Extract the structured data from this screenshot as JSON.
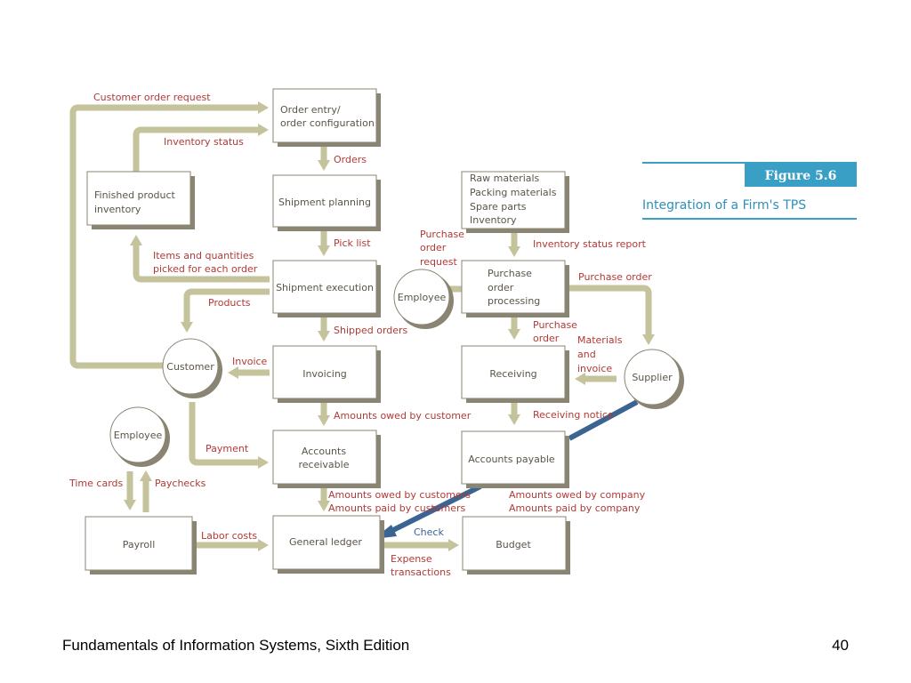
{
  "figure": {
    "number": "Figure 5.6",
    "title": "Integration of a Firm's TPS"
  },
  "boxes": {
    "order_entry": [
      "Order entry/",
      "order configuration"
    ],
    "finished_product": [
      "Finished product",
      "inventory"
    ],
    "shipment_planning": [
      "Shipment planning"
    ],
    "shipment_execution": [
      "Shipment execution"
    ],
    "invoicing": [
      "Invoicing"
    ],
    "accounts_receivable": [
      "Accounts",
      "receivable"
    ],
    "payroll": [
      "Payroll"
    ],
    "general_ledger": [
      "General ledger"
    ],
    "budget": [
      "Budget"
    ],
    "raw_materials": [
      "Raw materials",
      "Packing materials",
      "Spare parts",
      "Inventory"
    ],
    "purchase_order_processing": [
      "Purchase",
      "order",
      "processing"
    ],
    "receiving": [
      "Receiving"
    ],
    "accounts_payable": [
      "Accounts payable"
    ]
  },
  "circles": {
    "customer": "Customer",
    "employee_left": "Employee",
    "employee_mid": "Employee",
    "supplier": "Supplier"
  },
  "labels": {
    "customer_order_request": "Customer order request",
    "inventory_status": "Inventory status",
    "orders": "Orders",
    "pick_list": "Pick list",
    "items_quantities": [
      "Items and quantities",
      "picked for each order"
    ],
    "products": "Products",
    "shipped_orders": "Shipped orders",
    "invoice": "Invoice",
    "amounts_owed_by_customer": "Amounts owed by customer",
    "payment": "Payment",
    "time_cards": "Time cards",
    "paychecks": "Paychecks",
    "labor_costs": "Labor costs",
    "amounts_customers": [
      "Amounts owed by customers",
      "Amounts paid by customers"
    ],
    "amounts_company": [
      "Amounts owed by company",
      "Amounts paid by company"
    ],
    "check": "Check",
    "expense_transactions": [
      "Expense",
      "transactions"
    ],
    "purchase_order_request": [
      "Purchase",
      "order",
      "request"
    ],
    "inventory_status_report": "Inventory status report",
    "purchase_order_right": "Purchase order",
    "purchase_order_down": [
      "Purchase",
      "order"
    ],
    "materials_and_invoice": [
      "Materials",
      "and",
      "invoice"
    ],
    "receiving_notice": "Receiving notice"
  },
  "colors": {
    "label_red": "#b23a36",
    "check_blue": "#3a6491",
    "arrow_tan": "#c5c39c",
    "box_shadow": "#8a8473",
    "figure_blue": "#3a9fc4"
  },
  "footer": {
    "left": "Fundamentals of Information Systems, Sixth Edition",
    "right": "40"
  }
}
